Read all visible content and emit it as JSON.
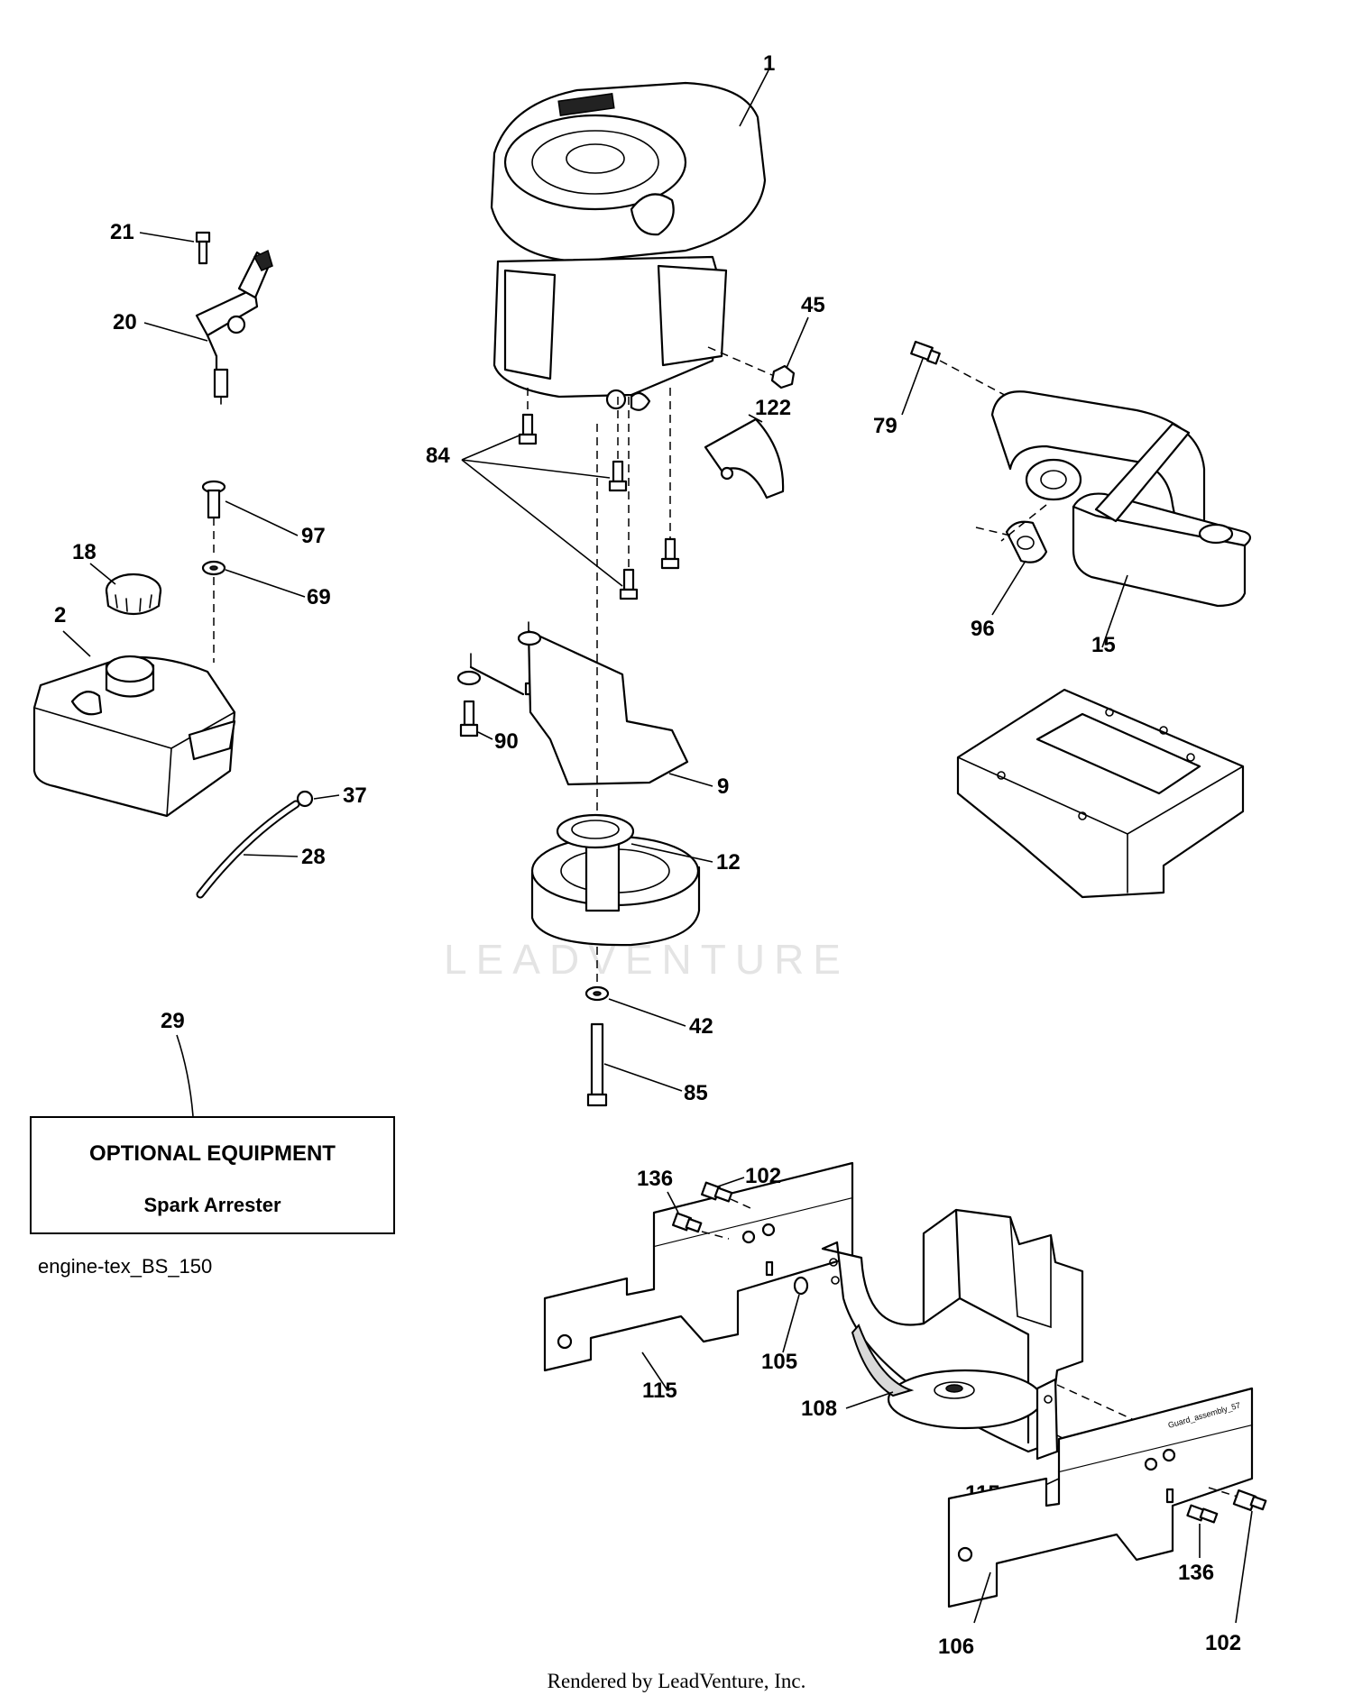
{
  "diagram": {
    "watermark_text": "LEADVENTURE",
    "diagram_id": "engine-tex_BS_150",
    "render_credit": "Rendered by LeadVenture, Inc.",
    "guard_stamp": "Guard_assembly_57",
    "optional_equipment": {
      "title": "OPTIONAL EQUIPMENT",
      "item": "Spark Arrester"
    },
    "callouts": [
      {
        "id": "c1",
        "text": "1"
      },
      {
        "id": "c21",
        "text": "21"
      },
      {
        "id": "c20",
        "text": "20"
      },
      {
        "id": "c45",
        "text": "45"
      },
      {
        "id": "c79",
        "text": "79"
      },
      {
        "id": "c122",
        "text": "122"
      },
      {
        "id": "c84",
        "text": "84"
      },
      {
        "id": "c97",
        "text": "97"
      },
      {
        "id": "c18",
        "text": "18"
      },
      {
        "id": "c96",
        "text": "96"
      },
      {
        "id": "c15",
        "text": "15"
      },
      {
        "id": "c69",
        "text": "69"
      },
      {
        "id": "c2",
        "text": "2"
      },
      {
        "id": "c90a",
        "text": "90"
      },
      {
        "id": "c90b",
        "text": "90"
      },
      {
        "id": "c9",
        "text": "9"
      },
      {
        "id": "c37",
        "text": "37"
      },
      {
        "id": "c28",
        "text": "28"
      },
      {
        "id": "c12",
        "text": "12"
      },
      {
        "id": "c29",
        "text": "29"
      },
      {
        "id": "c42",
        "text": "42"
      },
      {
        "id": "c85",
        "text": "85"
      },
      {
        "id": "c136a",
        "text": "136"
      },
      {
        "id": "c102a",
        "text": "102"
      },
      {
        "id": "c115a",
        "text": "115"
      },
      {
        "id": "c105",
        "text": "105"
      },
      {
        "id": "c108",
        "text": "108"
      },
      {
        "id": "c115b",
        "text": "115"
      },
      {
        "id": "c136b",
        "text": "136"
      },
      {
        "id": "c106",
        "text": "106"
      },
      {
        "id": "c102b",
        "text": "102"
      }
    ]
  }
}
